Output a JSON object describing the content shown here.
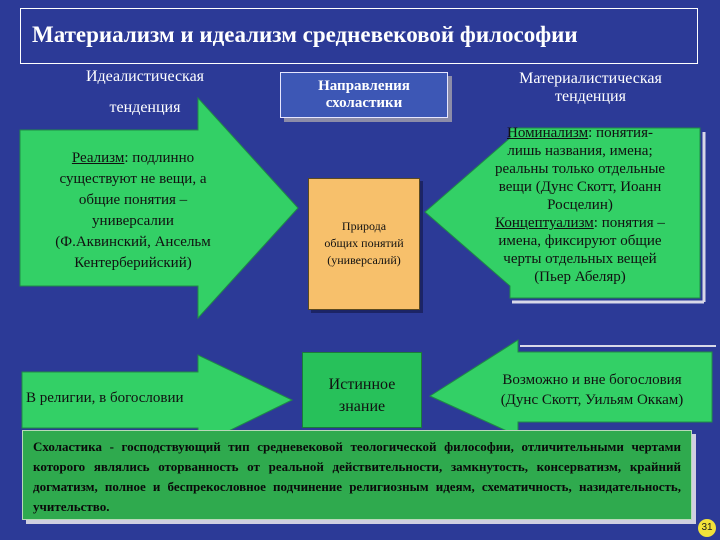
{
  "title": "Материализм и идеализм средневековой философии",
  "idealist_label": {
    "line1": "Идеалистическая",
    "line2": "тенденция"
  },
  "materialist_label": {
    "line1": "Материалистическая",
    "line2": "тенденция"
  },
  "directions_button": {
    "line1": "Направления",
    "line2": "схоластики"
  },
  "realism": {
    "term": "Реализм",
    "text": [
      ": подлинно",
      "существуют не вещи, а",
      "общие понятия –",
      "универсалии",
      "(Ф.Аквинский, Ансельм",
      "Кентерберийский)"
    ]
  },
  "center_box": {
    "lines": [
      "Природа",
      "общих понятий",
      "(универсалий)"
    ]
  },
  "nominalism": {
    "term1": "Номинализм",
    "text1": [
      ": понятия-",
      "лишь названия, имена;",
      "реальны только отдельные",
      "вещи (Дунс Скотт, Иоанн",
      "Росцелин)"
    ],
    "term2": "Концептуализм",
    "text2": [
      ": понятия –",
      "имена, фиксируют общие",
      "черты отдельных вещей",
      "(Пьер Абеляр)"
    ]
  },
  "religion_arrow": "В религии, в богословии",
  "true_knowledge": {
    "line1": "Истинное",
    "line2": "знание"
  },
  "outside_theology": {
    "line1": "Возможно и вне богословия",
    "line2": "(Дунс Скотт, Уильям Оккам)"
  },
  "definition": {
    "term": "Схоластика",
    "text": " - господствующий тип средневековой теологической философии, отличительными чертами которого являлись оторванность от реальной действительности, замкнутость, консерватизм, крайний догматизм, полное и беспрекословное подчинение религиозным идеям, схематичность, назидательность, учительство."
  },
  "page_number": "31",
  "colors": {
    "background": "#2c3a97",
    "green": "#33d066",
    "orange": "#f7c06b"
  }
}
